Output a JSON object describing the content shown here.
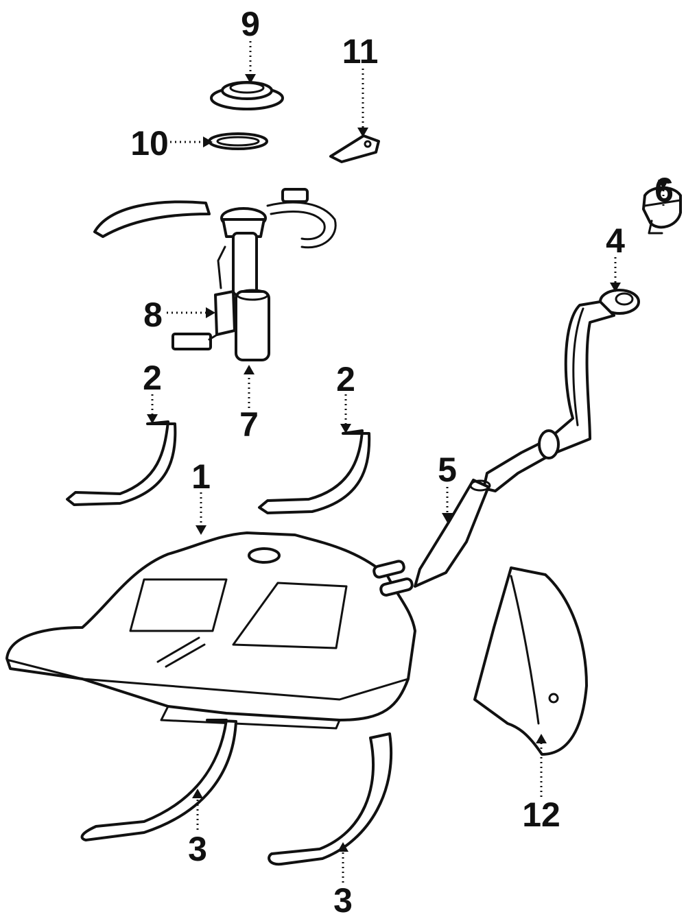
{
  "callouts": [
    {
      "id": "1",
      "label": "1"
    },
    {
      "id": "2a",
      "label": "2"
    },
    {
      "id": "2b",
      "label": "2"
    },
    {
      "id": "3a",
      "label": "3"
    },
    {
      "id": "3b",
      "label": "3"
    },
    {
      "id": "4",
      "label": "4"
    },
    {
      "id": "5",
      "label": "5"
    },
    {
      "id": "6",
      "label": "6"
    },
    {
      "id": "7",
      "label": "7"
    },
    {
      "id": "8",
      "label": "8"
    },
    {
      "id": "9",
      "label": "9"
    },
    {
      "id": "10",
      "label": "10"
    },
    {
      "id": "11",
      "label": "11"
    },
    {
      "id": "12",
      "label": "12"
    }
  ],
  "colors": {
    "line": "#111111",
    "background": "#ffffff"
  }
}
